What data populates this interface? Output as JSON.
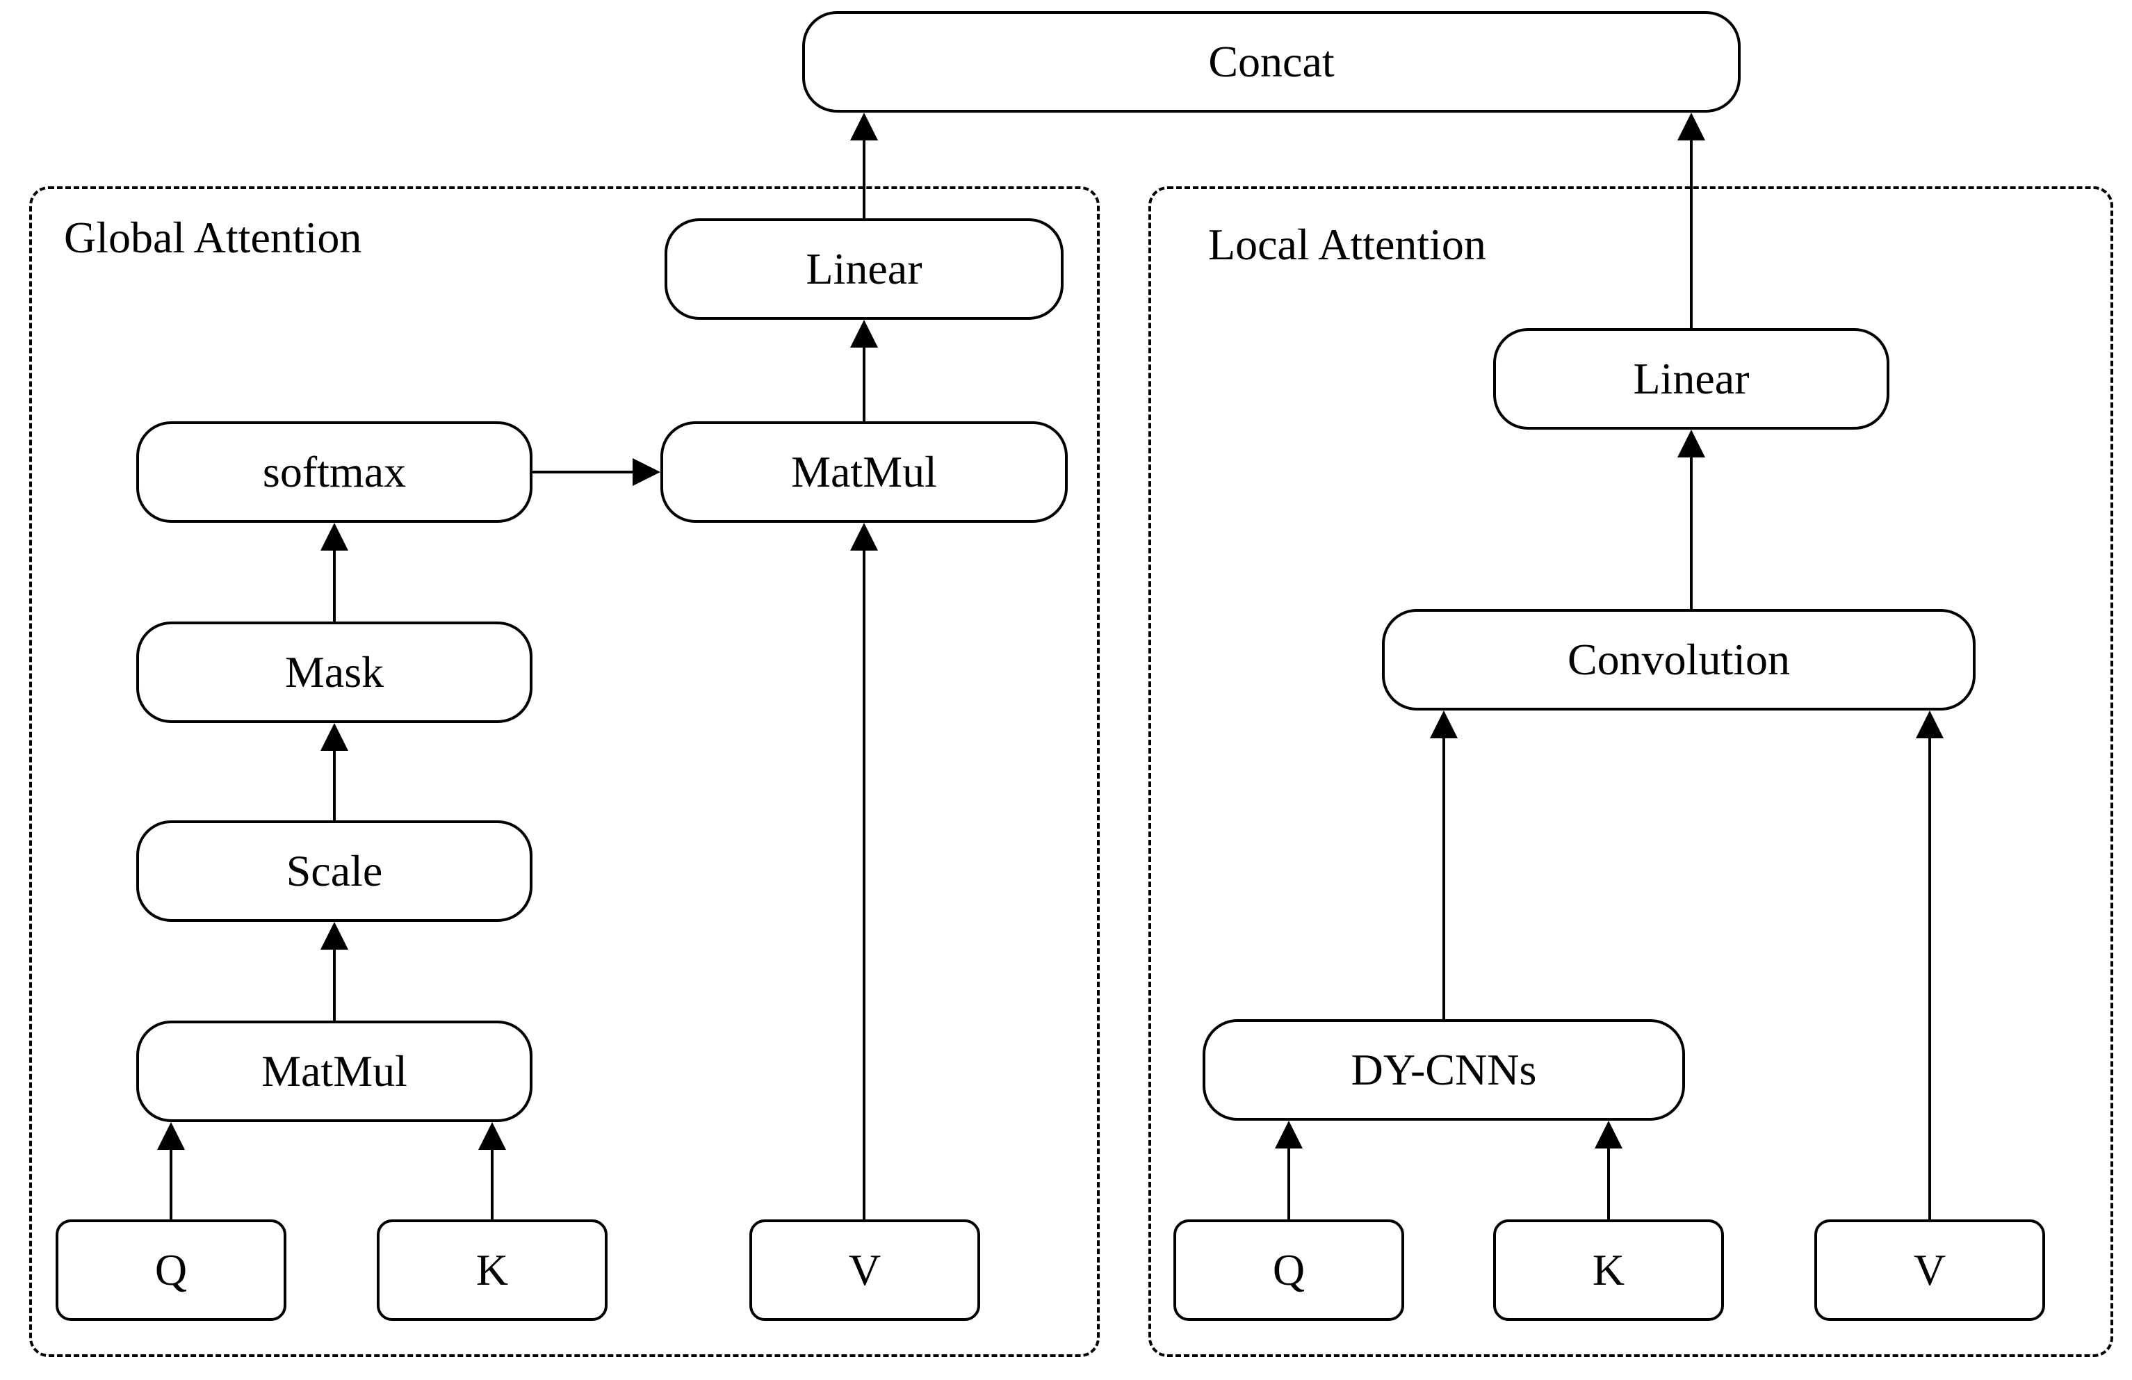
{
  "diagram": {
    "top": {
      "concat": "Concat"
    },
    "global_attention": {
      "title": "Global Attention",
      "linear": "Linear",
      "matmul_top": "MatMul",
      "softmax": "softmax",
      "mask": "Mask",
      "scale": "Scale",
      "matmul_bottom": "MatMul",
      "q": "Q",
      "k": "K",
      "v": "V"
    },
    "local_attention": {
      "title": "Local Attention",
      "linear": "Linear",
      "convolution": "Convolution",
      "dy_cnns": "DY-CNNs",
      "q": "Q",
      "k": "K",
      "v": "V"
    },
    "edges": [
      {
        "from": "global-q",
        "to": "global-matmul-bottom"
      },
      {
        "from": "global-k",
        "to": "global-matmul-bottom"
      },
      {
        "from": "global-matmul-bottom",
        "to": "global-scale"
      },
      {
        "from": "global-scale",
        "to": "global-mask"
      },
      {
        "from": "global-mask",
        "to": "global-softmax"
      },
      {
        "from": "global-softmax",
        "to": "global-matmul-top"
      },
      {
        "from": "global-v",
        "to": "global-matmul-top"
      },
      {
        "from": "global-matmul-top",
        "to": "global-linear"
      },
      {
        "from": "global-linear",
        "to": "concat"
      },
      {
        "from": "local-q",
        "to": "local-dy-cnns"
      },
      {
        "from": "local-k",
        "to": "local-dy-cnns"
      },
      {
        "from": "local-dy-cnns",
        "to": "local-convolution"
      },
      {
        "from": "local-v",
        "to": "local-convolution"
      },
      {
        "from": "local-convolution",
        "to": "local-linear"
      },
      {
        "from": "local-linear",
        "to": "concat"
      }
    ]
  }
}
